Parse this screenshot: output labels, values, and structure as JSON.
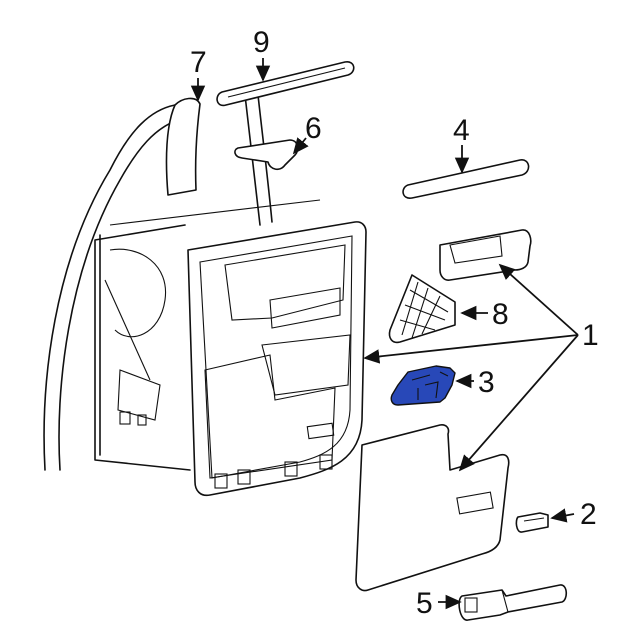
{
  "diagram": {
    "highlight_color": "#2848b8",
    "callouts": [
      {
        "id": "1",
        "label": "1"
      },
      {
        "id": "2",
        "label": "2"
      },
      {
        "id": "3",
        "label": "3"
      },
      {
        "id": "4",
        "label": "4"
      },
      {
        "id": "5",
        "label": "5"
      },
      {
        "id": "6",
        "label": "6"
      },
      {
        "id": "7",
        "label": "7"
      },
      {
        "id": "8",
        "label": "8"
      },
      {
        "id": "9",
        "label": "9"
      }
    ]
  }
}
